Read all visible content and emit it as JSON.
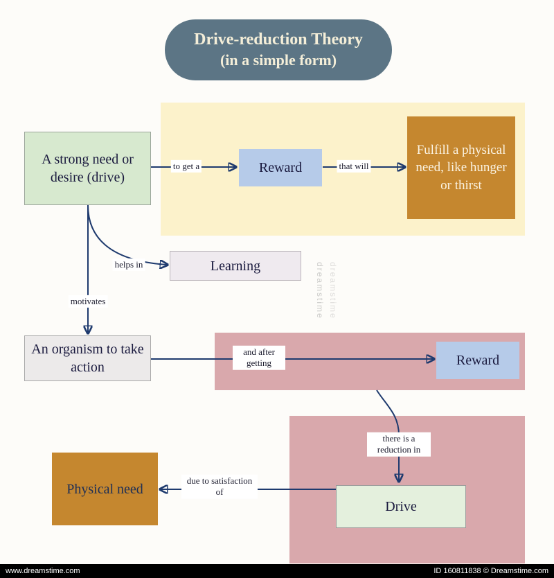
{
  "title": {
    "line1": "Drive-reduction Theory",
    "line2": "(in a simple form)"
  },
  "nodes": {
    "need": "A strong need or desire (drive)",
    "reward1": "Reward",
    "fulfill": "Fulfill a physical need, like hunger or thirst",
    "learning": "Learning",
    "organism": "An organism to take action",
    "reward2": "Reward",
    "drive": "Drive",
    "physical": "Physical need"
  },
  "edges": {
    "to_get_a": "to get a",
    "that_will": "that will",
    "helps_in": "helps in",
    "motivates": "motivates",
    "and_after_getting": "and after getting",
    "reduction_in": "there is a reduction in",
    "due_to": "due to satisfaction of"
  },
  "watermark": {
    "text": "dreamstime"
  },
  "footer": {
    "left": "www.dreamstime.com",
    "right": "ID 160811838 © Dreamstime.com"
  },
  "colors": {
    "arrow": "#1e3a6e",
    "title_bg": "#5c7585",
    "title_text": "#f4eed8",
    "yellow_panel": "#fcf2cb",
    "pink_panel": "#d9a8ac",
    "green_node": "#d7e9cf",
    "blue_node": "#b6cbe9",
    "orange_node": "#c5872f",
    "gray_node": "#eceaea",
    "light_green_node": "#e4f0dd"
  }
}
